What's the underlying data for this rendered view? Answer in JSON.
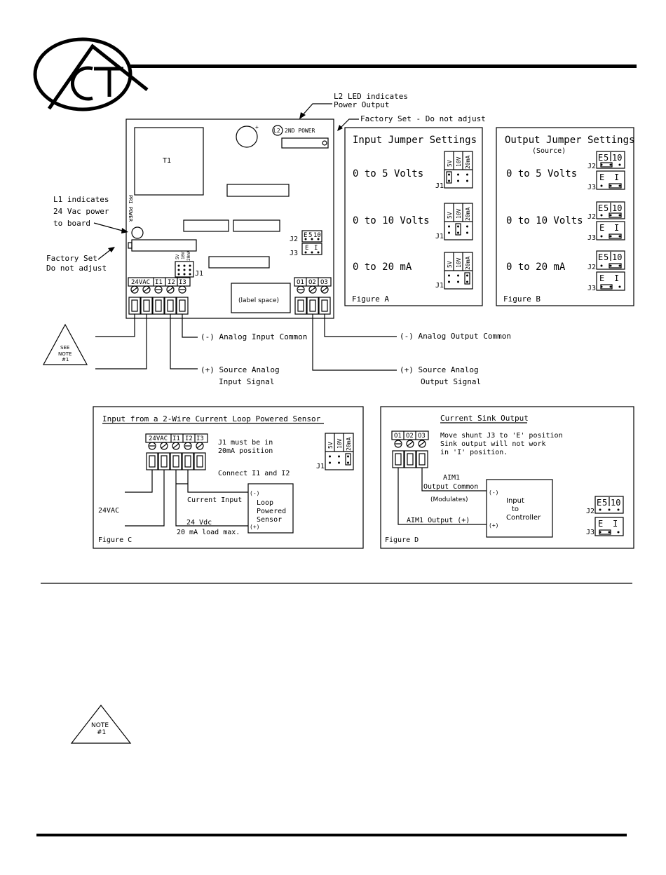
{
  "board": {
    "t1": "T1",
    "pri_power": "PRI POWER",
    "l2": "L2",
    "second_power": "2ND POWER",
    "j1": "J1",
    "j2": "J2",
    "j3": "J3",
    "e": "E",
    "i": "I",
    "five": "5",
    "ten": "10",
    "j1_5v": "5V",
    "j1_10v": "10V",
    "j1_20ma": "20mA",
    "terminal_24vac": "24VAC",
    "terminal_i1": "I1",
    "terminal_i2": "I2",
    "terminal_i3": "I3",
    "terminal_o1": "O1",
    "terminal_o2": "O2",
    "terminal_o3": "O3",
    "label_space": "(label space)"
  },
  "callouts": {
    "l2_line1": "L2 LED indicates",
    "l2_line2": "Power Output",
    "factory_top": "Factory Set - Do not adjust",
    "l1_line1": "L1 indicates",
    "l1_line2": "24 Vac power",
    "l1_line3": "to board",
    "factory_left_line1": "Factory Set",
    "factory_left_line2": "Do not adjust",
    "analog_input_common": "(-) Analog Input Common",
    "source_analog_input_1": "(+) Source Analog",
    "source_analog_input_2": "Input Signal",
    "analog_output_common": "(-) Analog Output Common",
    "source_analog_output_1": "(+) Source Analog",
    "source_analog_output_2": "Output Signal",
    "see_note_1": "SEE",
    "see_note_2": "NOTE",
    "see_note_3": "#1"
  },
  "figure_a": {
    "title": "Input Jumper Settings",
    "row1": "0 to 5 Volts",
    "row2": "0 to 10 Volts",
    "row3": "0 to 20 mA",
    "caption": "Figure A"
  },
  "figure_b": {
    "title": "Output Jumper Settings",
    "subtitle": "(Source)",
    "row1": "0 to 5 Volts",
    "row2": "0 to 10 Volts",
    "row3": "0 to 20 mA",
    "caption": "Figure B"
  },
  "figure_c": {
    "title": "Input from a 2-Wire Current Loop Powered Sensor",
    "j1_note_1": "J1 must be in",
    "j1_note_2": "20mA position",
    "connect": "Connect I1 and I2",
    "current_input": "Current Input",
    "minus": "(-)",
    "plus": "(+)",
    "sensor_1": "Loop",
    "sensor_2": "Powered",
    "sensor_3": "Sensor",
    "vac": "24VAC",
    "vdc": "24 Vdc",
    "load": "20 mA load max.",
    "caption": "Figure C"
  },
  "figure_d": {
    "title": "Current Sink Output",
    "note_1": "Move shunt J3 to 'E' position",
    "note_2": "Sink output will not work",
    "note_3": "in 'I' position.",
    "aim1": "AIM1",
    "output_common": "Output Common",
    "modulates": "(Modulates)",
    "aim1_output": "AIM1 Output (+)",
    "ctrl_1": "Input",
    "ctrl_2": "to",
    "ctrl_3": "Controller",
    "minus": "(-)",
    "plus": "(+)",
    "caption": "Figure D"
  },
  "note": {
    "line1": "NOTE",
    "line2": "#1"
  }
}
